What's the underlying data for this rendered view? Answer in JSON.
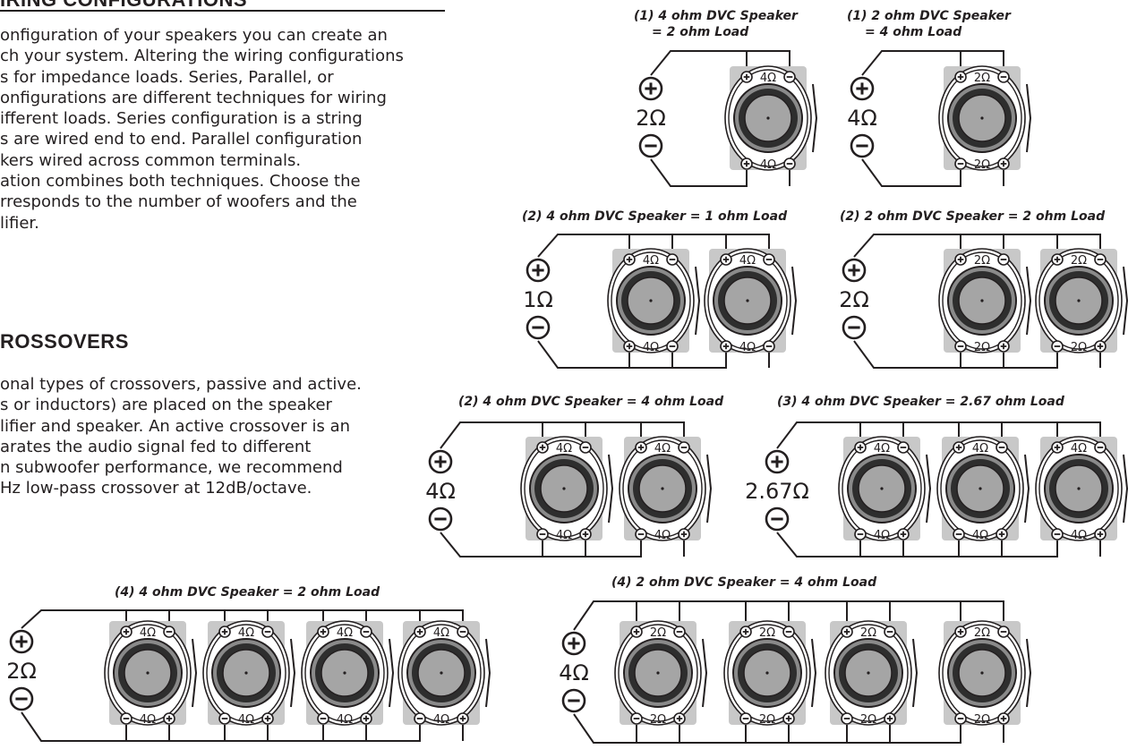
{
  "wiring_section": {
    "heading": "IRING CONFIGURATIONS",
    "paragraph": [
      "onfiguration of your speakers you can create an",
      "ch your system. Altering the wiring configurations",
      "s for impedance loads. Series, Parallel, or",
      "onfigurations are different techniques for wiring",
      "ifferent loads. Series configuration is a string",
      "s are wired end to end. Parallel configuration",
      "kers wired across common terminals.",
      "ation combines both techniques. Choose the",
      "rresponds to the number of woofers and the",
      "lifier."
    ]
  },
  "crossover_section": {
    "heading": "ROSSOVERS",
    "paragraph": [
      "onal types of crossovers, passive and active.",
      "s or inductors) are placed on the speaker",
      "lifier and speaker. An active crossover is an",
      "arates the audio signal fed to different",
      "n subwoofer performance, we recommend",
      "Hz low-pass crossover at 12dB/octave."
    ]
  },
  "diagrams": [
    {
      "title_lines": [
        "(1) 4 ohm DVC Speaker",
        "= 2 ohm Load"
      ],
      "amp_load": "2Ω",
      "speakers": 1,
      "voice_coil": "4Ω",
      "bottom_polarity": "plus-first",
      "wiring": "parallel"
    },
    {
      "title_lines": [
        "(1) 2 ohm DVC Speaker",
        "= 4 ohm Load"
      ],
      "amp_load": "4Ω",
      "speakers": 1,
      "voice_coil": "2Ω",
      "bottom_polarity": "minus-first",
      "wiring": "series"
    },
    {
      "title_lines": [
        "(2) 4 ohm DVC Speaker = 1 ohm Load"
      ],
      "amp_load": "1Ω",
      "speakers": 2,
      "voice_coil": "4Ω",
      "bottom_polarity": "plus-first",
      "wiring": "parallel"
    },
    {
      "title_lines": [
        "(2) 2 ohm DVC Speaker = 2 ohm Load"
      ],
      "amp_load": "2Ω",
      "speakers": 2,
      "voice_coil": "2Ω",
      "bottom_polarity": "minus-first",
      "wiring": "series-parallel"
    },
    {
      "title_lines": [
        "(2) 4 ohm DVC Speaker = 4 ohm Load"
      ],
      "amp_load": "4Ω",
      "speakers": 2,
      "voice_coil": "4Ω",
      "bottom_polarity": "minus-first",
      "wiring": "series-parallel"
    },
    {
      "title_lines": [
        "(3) 4 ohm DVC Speaker = 2.67 ohm Load"
      ],
      "amp_load": "2.67Ω",
      "speakers": 3,
      "voice_coil": "4Ω",
      "bottom_polarity": "minus-first",
      "wiring": "series-parallel"
    },
    {
      "title_lines": [
        "(4) 4 ohm DVC Speaker = 2 ohm Load"
      ],
      "amp_load": "2Ω",
      "speakers": 4,
      "voice_coil": "4Ω",
      "bottom_polarity": "minus-first",
      "wiring": "series-parallel"
    },
    {
      "title_lines": [
        "(4) 2 ohm DVC Speaker = 4 ohm Load"
      ],
      "amp_load": "4Ω",
      "speakers": 4,
      "voice_coil": "2Ω",
      "bottom_polarity": "minus-first",
      "wiring": "series"
    }
  ],
  "colors": {
    "ink": "#231f20",
    "terminal_box": "#c8c8c8",
    "cone_outer": "#8a8a8a",
    "cone_inner": "#a5a5a5",
    "cone_dark": "#2e2e2e"
  },
  "icons": {
    "positive": "plus-icon",
    "negative": "minus-icon"
  }
}
